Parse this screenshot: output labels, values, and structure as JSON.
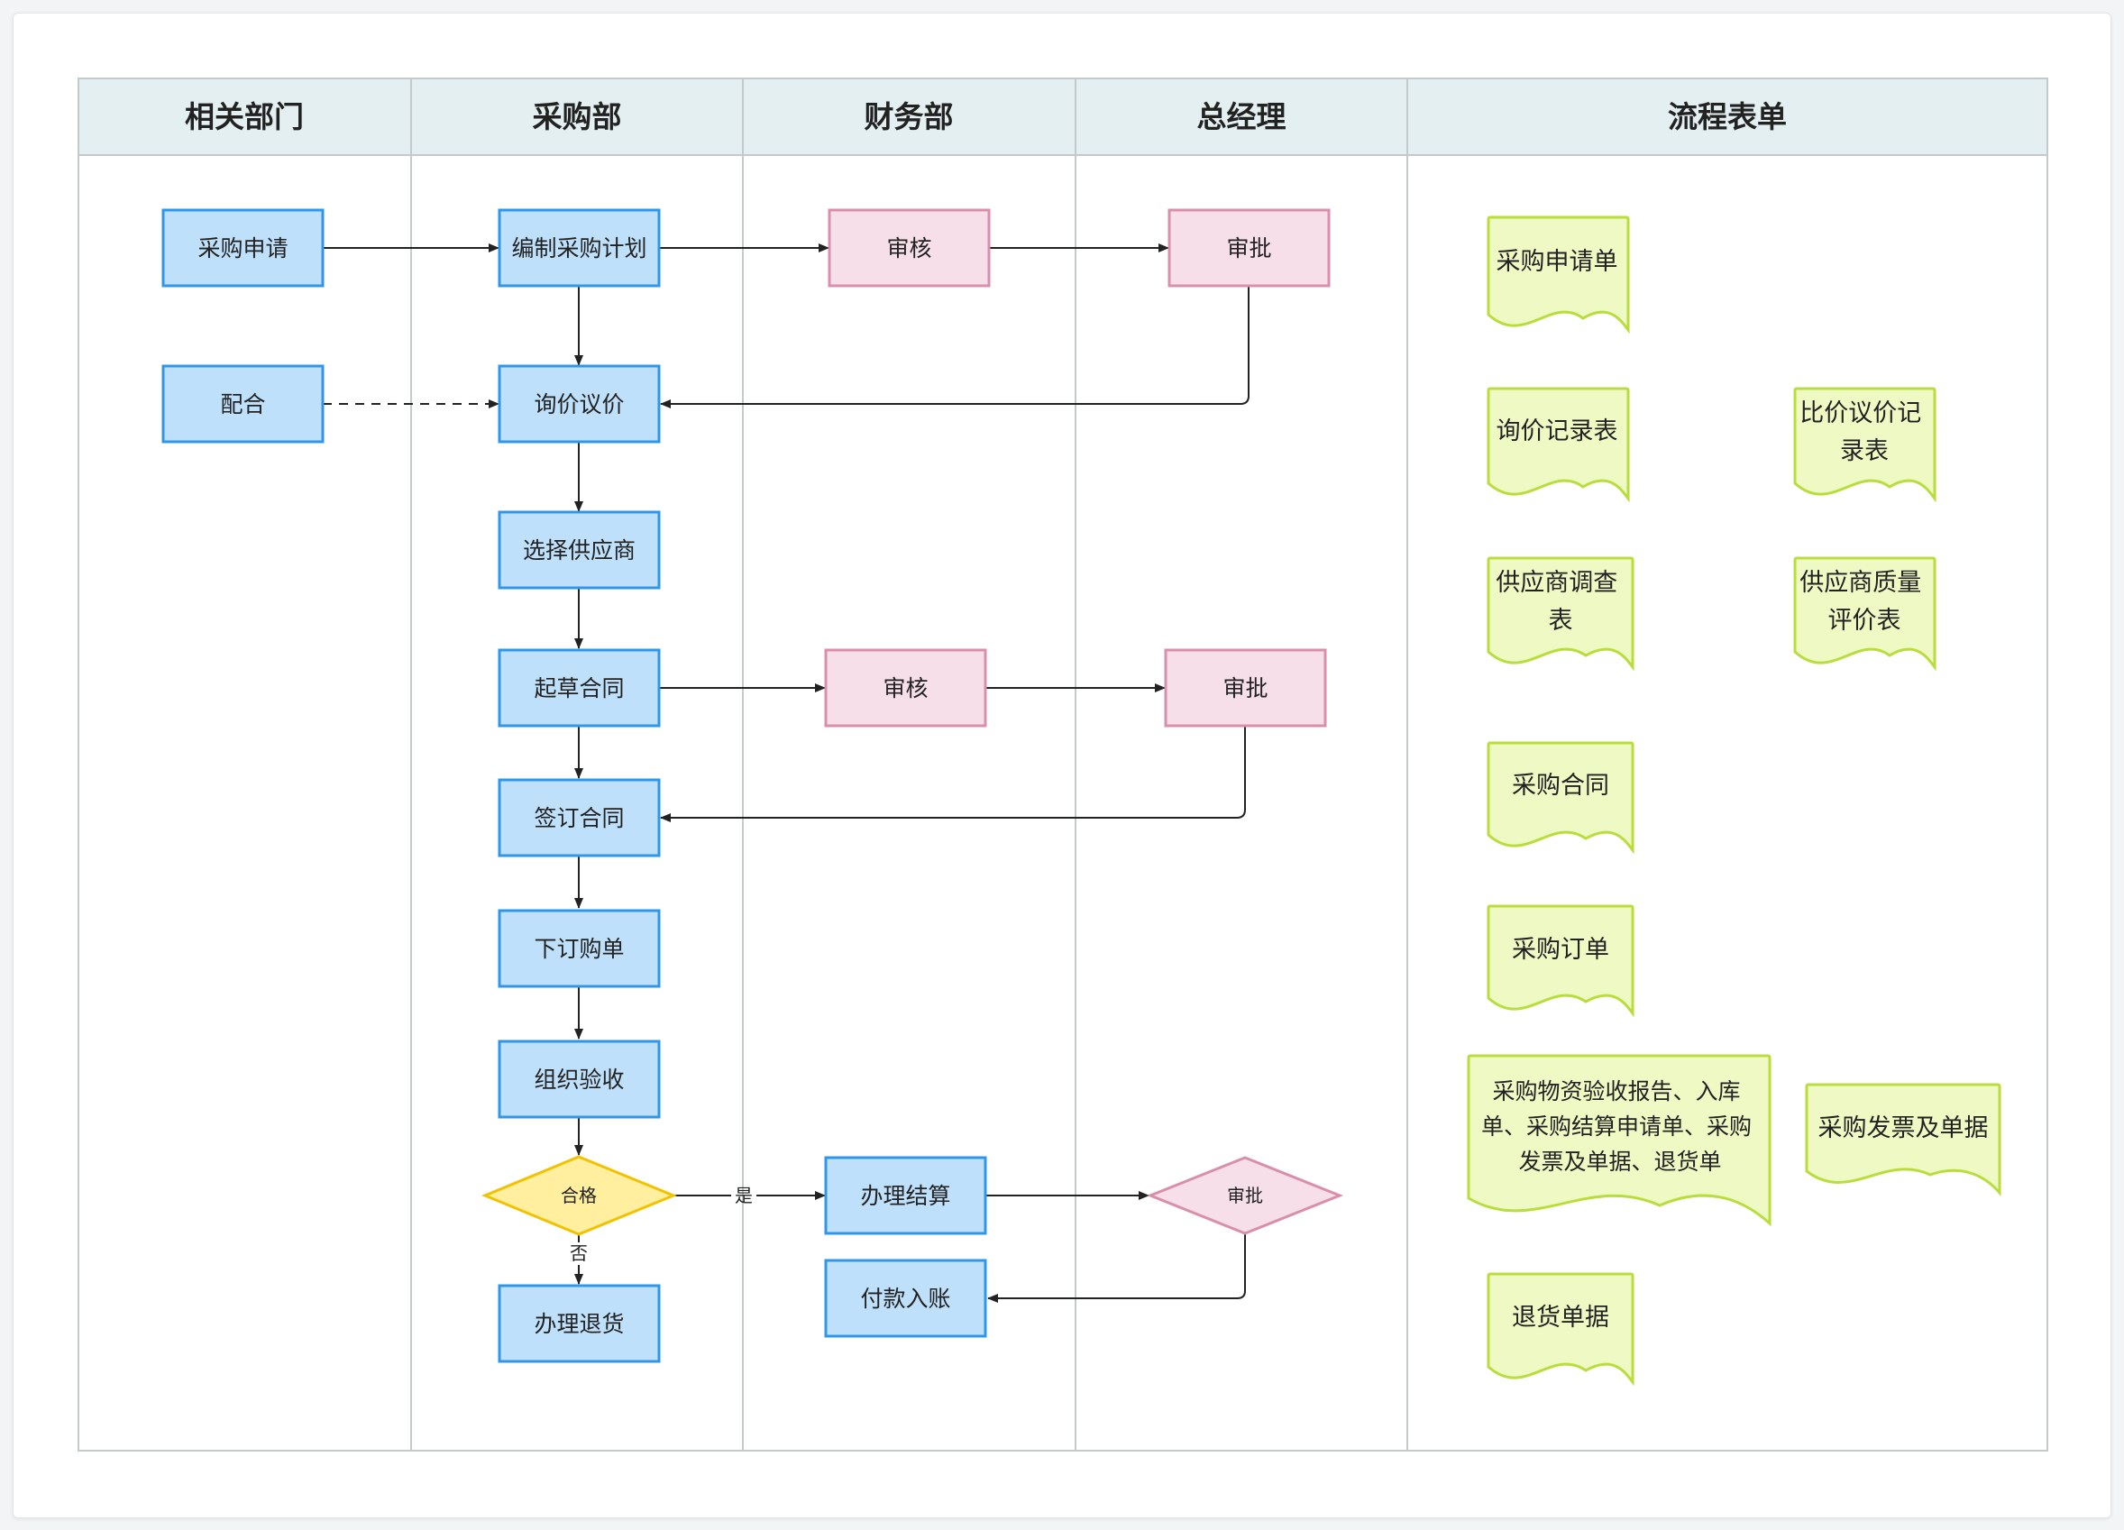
{
  "headers": [
    "相关部门",
    "采购部",
    "财务部",
    "总经理",
    "流程表单"
  ],
  "nodes": {
    "n_req": "采购申请",
    "n_coop": "配合",
    "n_plan": "编制采购计划",
    "n_audit1": "审核",
    "n_approve1": "审批",
    "n_inquiry": "询价议价",
    "n_supplier": "选择供应商",
    "n_draft": "起草合同",
    "n_audit2": "审核",
    "n_approve2": "审批",
    "n_sign": "签订合同",
    "n_order": "下订购单",
    "n_inspect": "组织验收",
    "n_qualified": "合格",
    "n_return": "办理退货",
    "n_settle": "办理结算",
    "n_approve3": "审批",
    "n_pay": "付款入账"
  },
  "edge_labels": {
    "yes": "是",
    "no": "否"
  },
  "documents": {
    "d1": [
      "采购申请单"
    ],
    "d2": [
      "询价记录表"
    ],
    "d3": [
      "比价议价记",
      "录表"
    ],
    "d4": [
      "供应商调查",
      "表"
    ],
    "d5": [
      "供应商质量",
      "评价表"
    ],
    "d6": [
      "采购合同"
    ],
    "d7": [
      "采购订单"
    ],
    "d8": [
      "采购物资验收报告、入库",
      "单、采购结算申请单、采购",
      "发票及单据、退货单"
    ],
    "d9": [
      "采购发票及单据"
    ],
    "d10": [
      "退货单据"
    ]
  },
  "colors": {
    "header_bg": "#e4eff1",
    "grid_line": "#c4c9cc",
    "blue_fill": "#bfe0fb",
    "blue_stroke": "#2f96e8",
    "pink_fill": "#f6dfe8",
    "pink_stroke": "#d98fab",
    "yellow_fill": "#ffef9e",
    "yellow_stroke": "#f2c200",
    "doc_fill": "#eff9c4",
    "doc_stroke": "#b9dd3c",
    "edge": "#222222"
  }
}
